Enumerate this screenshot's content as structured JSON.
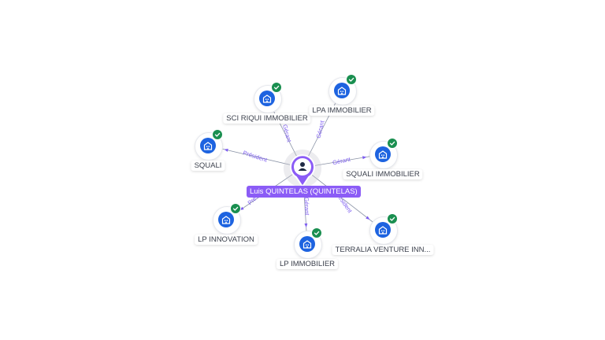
{
  "colors": {
    "edge": "#8a93a6",
    "edge_label": "#7c5cf0",
    "node_badge": "#1d63e0",
    "check": "#1a8f50",
    "center": "#8b5cf6"
  },
  "icons": {
    "company": "building-icon",
    "verified": "check-icon",
    "person": "person-icon"
  },
  "center_node": {
    "label": "Luis QUINTELAS (QUINTELAS)"
  },
  "nodes": [
    {
      "label": "SCI RIQUI IMMOBILIER",
      "relation": "Gérant"
    },
    {
      "label": "LPA IMMOBILIER",
      "relation": "Gérant"
    },
    {
      "label": "SQUALI",
      "relation": "Président"
    },
    {
      "label": "SQUALI IMMOBILIER",
      "relation": "Gérant"
    },
    {
      "label": "LP INNOVATION",
      "relation": "Président"
    },
    {
      "label": "LP IMMOBILIER",
      "relation": "Gérant"
    },
    {
      "label": "TERRALIA VENTURE INN...",
      "relation": "Président"
    }
  ]
}
